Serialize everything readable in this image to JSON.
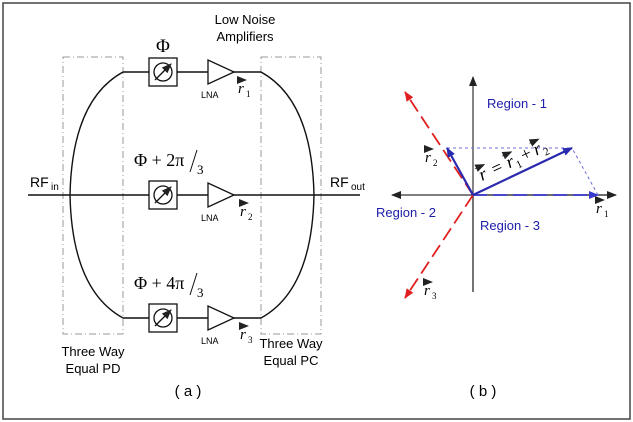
{
  "panel_a": {
    "top_label_line1": "Low Noise",
    "top_label_line2": "Amplifiers",
    "rf_in": "RF",
    "rf_in_sub": "in",
    "rf_out": "RF",
    "rf_out_sub": "out",
    "phase_1": "Φ",
    "phase_2_prefix": "Φ + 2π",
    "phase_2_denom": "3",
    "phase_3_prefix": "Φ + 4π",
    "phase_3_denom": "3",
    "lna_label": "LNA",
    "r_letter": "r",
    "sub_1": "1",
    "sub_2": "2",
    "sub_3": "3",
    "pd_line1": "Three Way",
    "pd_line2": "Equal PD",
    "pc_line1": "Three Way",
    "pc_line2": "Equal PC",
    "caption": "( a )"
  },
  "panel_b": {
    "region_1": "Region - 1",
    "region_2": "Region - 2",
    "region_3": "Region - 3",
    "equation_lhs": "r",
    "equation_eq": "=",
    "equation_plus": "+",
    "caption": "( b )",
    "colors": {
      "region": "#1c1ca8",
      "vector": "#2a2ab0",
      "dashed_red": "#e02020",
      "dashed_blue": "#3a3ad0"
    }
  }
}
